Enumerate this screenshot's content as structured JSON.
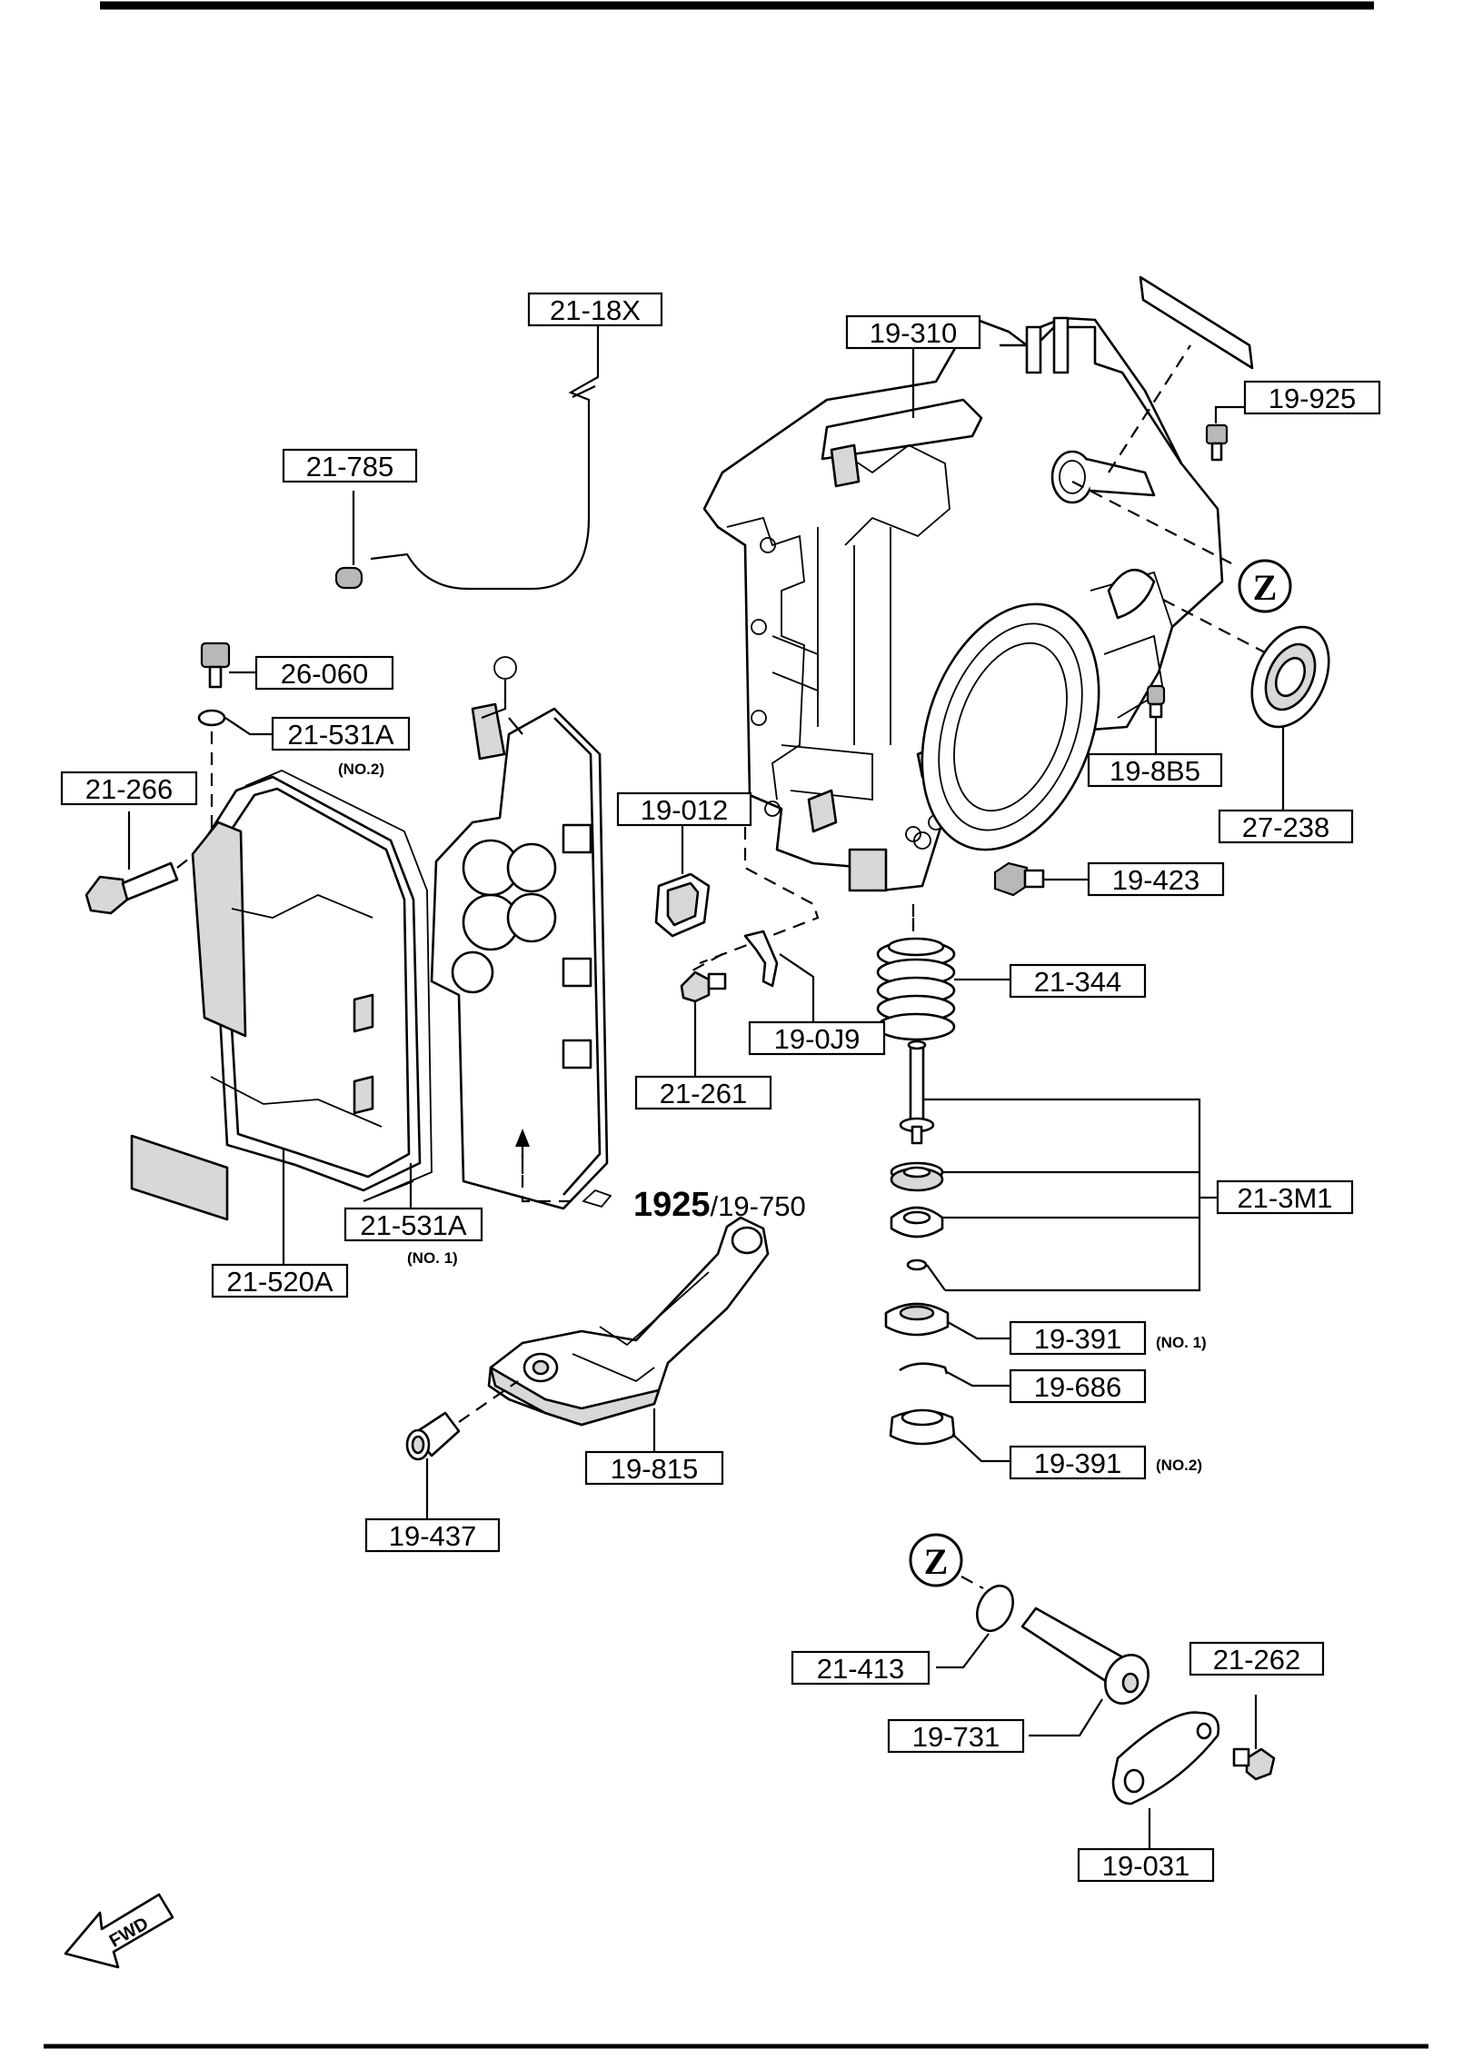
{
  "callouts": {
    "c_21_18X": "21-18X",
    "c_21_785": "21-785",
    "c_26_060": "26-060",
    "c_21_531A_no2": "21-531A",
    "c_21_266": "21-266",
    "c_21_531A_no1": "21-531A",
    "c_21_520A": "21-520A",
    "c_19_310": "19-310",
    "c_19_925": "19-925",
    "c_19_8B5": "19-8B5",
    "c_27_238": "27-238",
    "c_19_012": "19-012",
    "c_19_423": "19-423",
    "c_21_344": "21-344",
    "c_19_0J9": "19-0J9",
    "c_21_261": "21-261",
    "c_21_3M1": "21-3M1",
    "c_19_391_no1": "19-391",
    "c_19_686": "19-686",
    "c_19_391_no2": "19-391",
    "c_19_815": "19-815",
    "c_19_437": "19-437",
    "c_21_413": "21-413",
    "c_21_262": "21-262",
    "c_19_731": "19-731",
    "c_19_031": "19-031"
  },
  "notes": {
    "no2_upper": "(NO.2)",
    "no1_lower": "(NO. 1)",
    "no1_right": "(NO. 1)",
    "no2_right": "(NO.2)"
  },
  "reference": {
    "bold": "1925",
    "rest": "/19-750"
  },
  "symbols": {
    "z_mark": "Z",
    "fwd": "FWD"
  }
}
